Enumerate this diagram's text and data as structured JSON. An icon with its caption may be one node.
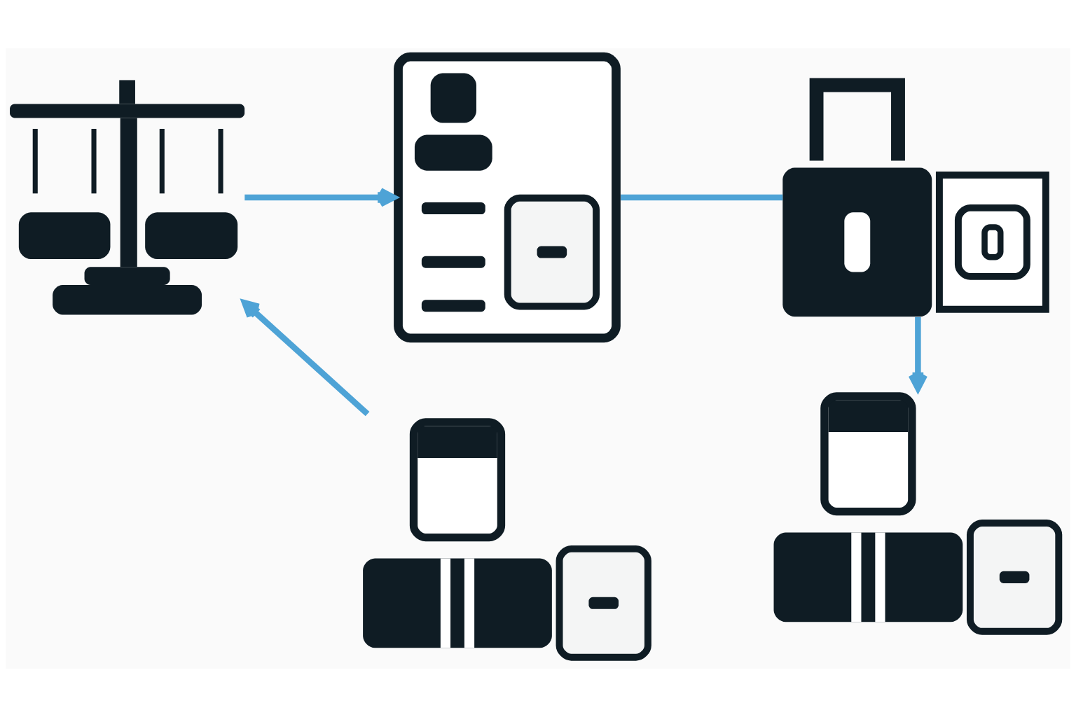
{
  "diagram": {
    "nodes": [
      {
        "text": [],
        "shape": "picture"
      },
      {
        "text": [],
        "shape": "picture"
      },
      {
        "text": [],
        "shape": "picture"
      },
      {
        "text": [],
        "shape": "picture"
      },
      {
        "text": [],
        "shape": "picture"
      }
    ],
    "edges": [
      {
        "from": 2,
        "to": 0,
        "arrow": "to"
      },
      {
        "from": 0,
        "to": 1,
        "arrow": "none"
      },
      {
        "from": 1,
        "to": 4,
        "arrow": "to"
      },
      {
        "from": 3,
        "to": 2,
        "arrow": "to"
      }
    ]
  }
}
